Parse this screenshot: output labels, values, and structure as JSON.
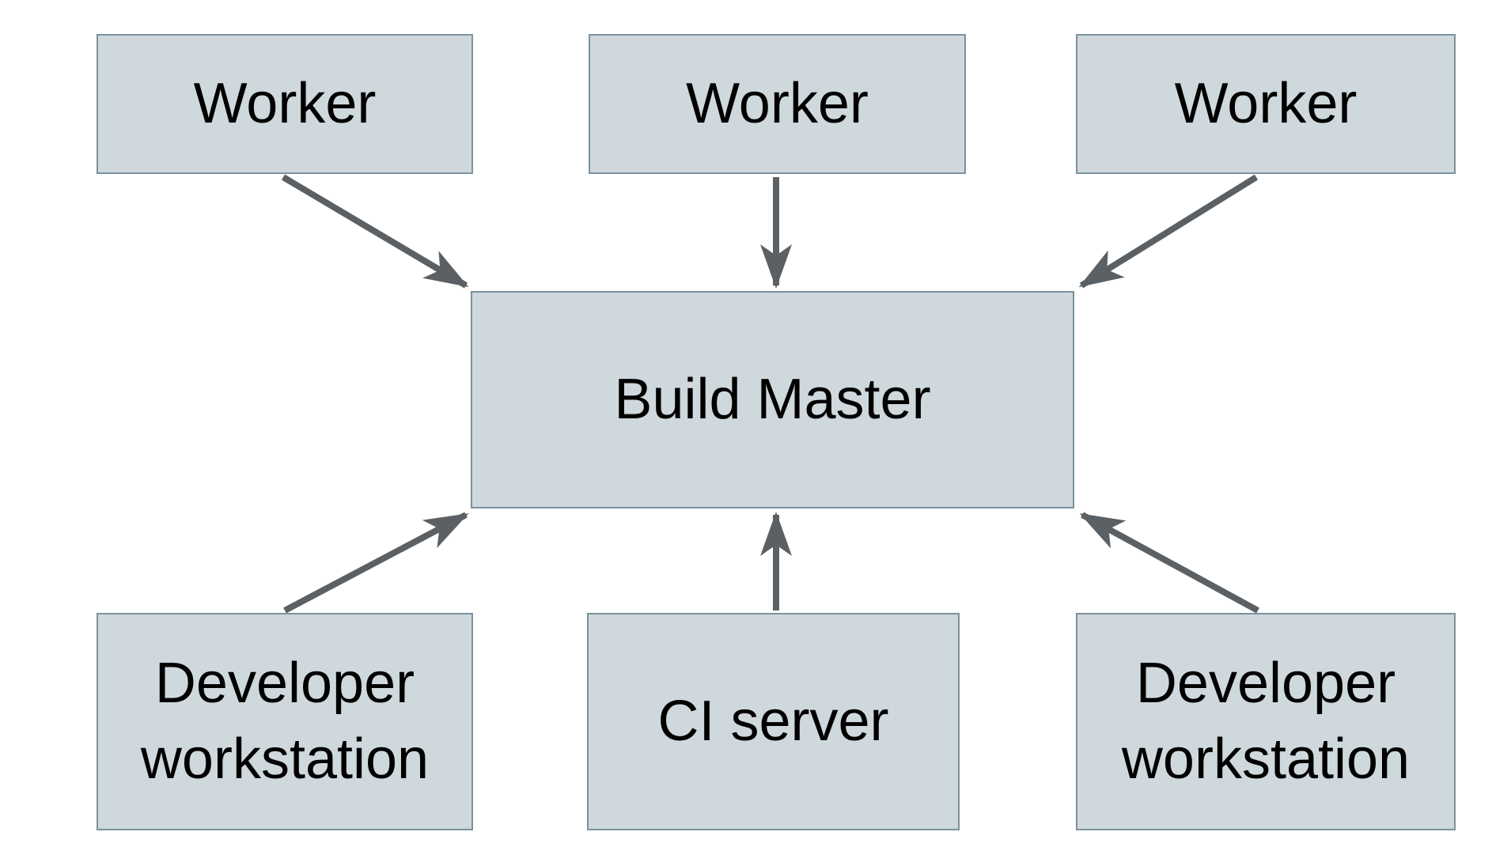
{
  "diagram": {
    "nodes": {
      "worker_left": {
        "label": "Worker"
      },
      "worker_center": {
        "label": "Worker"
      },
      "worker_right": {
        "label": "Worker"
      },
      "build_master": {
        "label": "Build Master"
      },
      "dev_workstation_left": {
        "label": "Developer workstation"
      },
      "ci_server": {
        "label": "CI server"
      },
      "dev_workstation_right": {
        "label": "Developer workstation"
      }
    },
    "edges": [
      {
        "from": "worker_left",
        "to": "build_master"
      },
      {
        "from": "worker_center",
        "to": "build_master"
      },
      {
        "from": "worker_right",
        "to": "build_master"
      },
      {
        "from": "dev_workstation_left",
        "to": "build_master"
      },
      {
        "from": "ci_server",
        "to": "build_master"
      },
      {
        "from": "dev_workstation_right",
        "to": "build_master"
      }
    ],
    "colors": {
      "node_fill": "#cfd8dc",
      "node_border": "#7b929e",
      "arrow": "#5b6064",
      "text": "#000000",
      "background": "#ffffff"
    }
  }
}
